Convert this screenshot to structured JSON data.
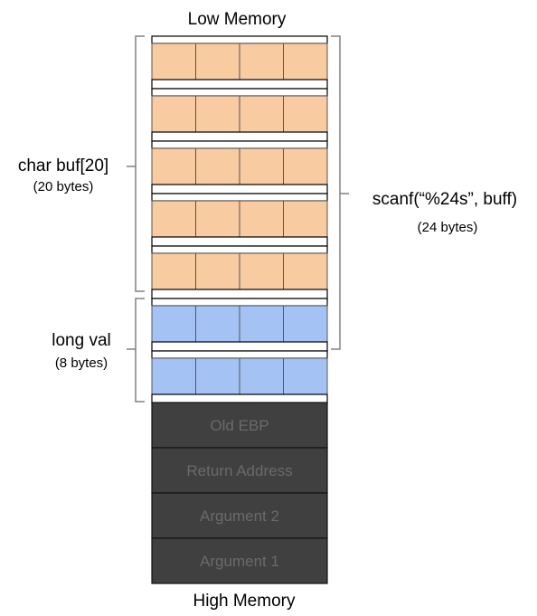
{
  "labels": {
    "low_memory": "Low Memory",
    "high_memory": "High Memory",
    "buf_name": "char buf[20]",
    "buf_size": "(20 bytes)",
    "val_name": "long val",
    "val_size": "(8 bytes)",
    "scanf_call": "scanf(“%24s”, buff)",
    "scanf_size": "(24 bytes)"
  },
  "memory_rows": [
    {
      "kind": "buf",
      "cells": 4
    },
    {
      "kind": "buf",
      "cells": 4
    },
    {
      "kind": "buf",
      "cells": 4
    },
    {
      "kind": "buf",
      "cells": 4
    },
    {
      "kind": "buf",
      "cells": 4
    },
    {
      "kind": "val",
      "cells": 4
    },
    {
      "kind": "val",
      "cells": 4
    }
  ],
  "stack_frame": [
    "Old EBP",
    "Return Address",
    "Argument 2",
    "Argument 1"
  ],
  "colors": {
    "buf": "#f8cba0",
    "val": "#a4c2f4",
    "stack": "#404040",
    "stack_text": "#6a6a6a",
    "outline": "#000000"
  }
}
